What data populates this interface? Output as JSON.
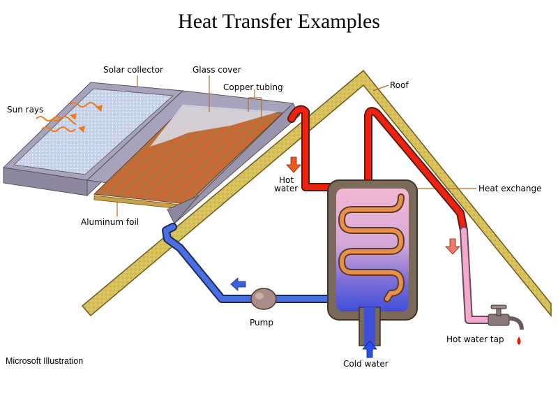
{
  "title": "Heat Transfer Examples",
  "credit": "Microsoft Illustration",
  "labels": {
    "solar_collector": "Solar collector",
    "glass_cover": "Glass cover",
    "copper_tubing": "Copper tubing",
    "sun_rays": "Sun rays",
    "roof": "Roof",
    "hot": "Hot",
    "water": "water",
    "heat_exchange": "Heat exchange",
    "aluminum_foil": "Aluminum foil",
    "pump": "Pump",
    "hot_water_tap": "Hot water tap",
    "cold_water": "Cold water"
  },
  "colors": {
    "hot_pipe": "#ee2211",
    "cold_pipe": "#4a6fe0",
    "roof": "#d8c15a",
    "tank_shell": "#7b6a58",
    "copper": "#c0602a"
  }
}
